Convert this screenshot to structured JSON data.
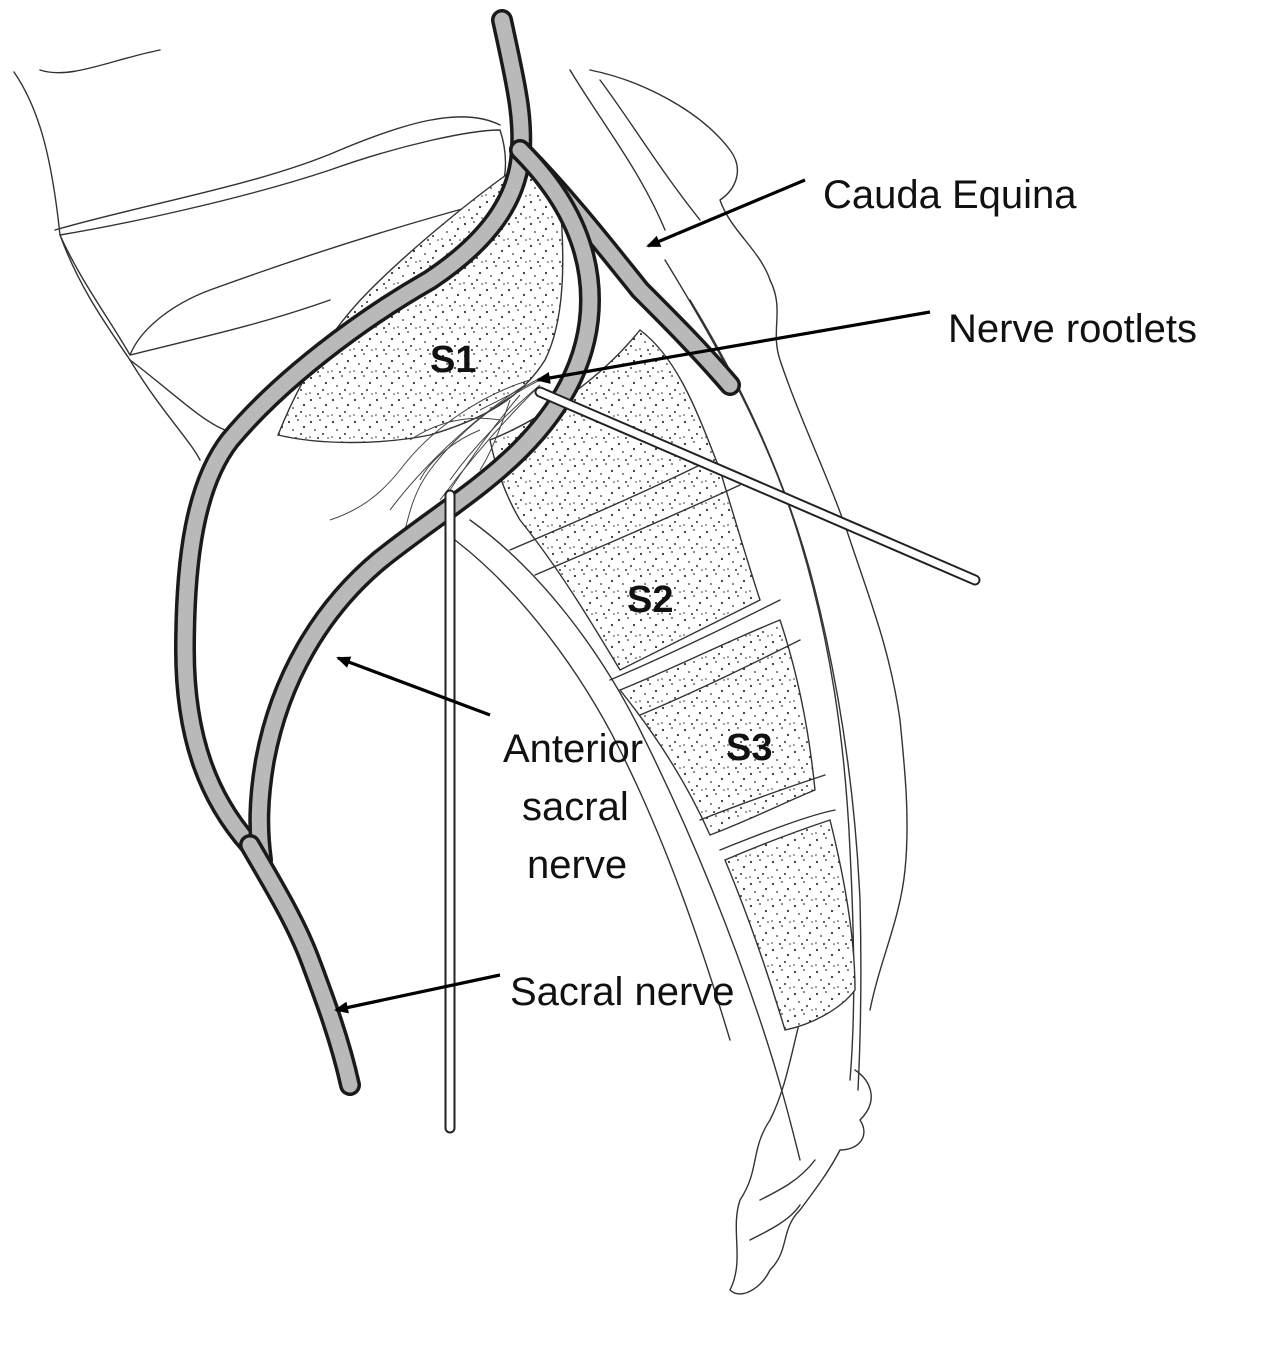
{
  "labels": {
    "cauda_equina": "Cauda Equina",
    "nerve_rootlets": "Nerve rootlets",
    "anterior_sacral_nerve_line1": "Anterior",
    "anterior_sacral_nerve_line2": "sacral",
    "anterior_sacral_nerve_line3": "nerve",
    "sacral_nerve": "Sacral nerve"
  },
  "vertebrae": {
    "s1": "S1",
    "s2": "S2",
    "s3": "S3"
  },
  "colors": {
    "nerve_fill": "#b9b9b9",
    "nerve_outline": "#1a1a1a",
    "line": "#333333",
    "background": "#ffffff"
  }
}
